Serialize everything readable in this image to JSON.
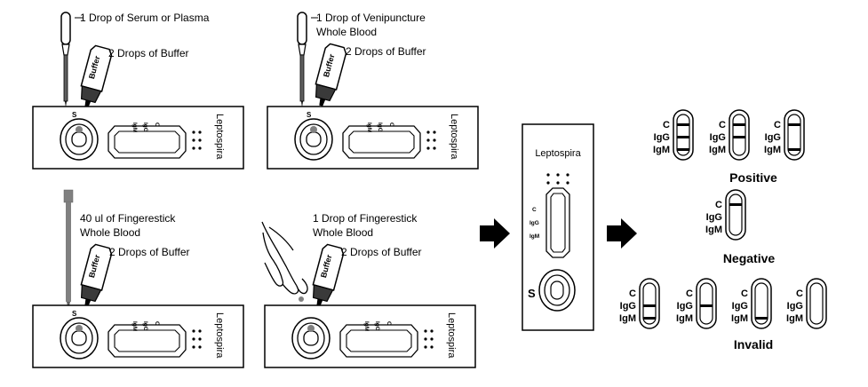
{
  "steps": {
    "serum": {
      "drop_label": "1 Drop of Serum or Plasma",
      "buffer_label": "2 Drops of Buffer"
    },
    "venipuncture": {
      "drop_label_line1": "1 Drop  of Venipuncture",
      "drop_label_line2": "Whole Blood",
      "buffer_label": "2 Drops of Buffer"
    },
    "fingerstick_pipette": {
      "drop_label_line1": "40 ul of Fingerestick",
      "drop_label_line2": "Whole Blood",
      "buffer_label": "2 Drops of Buffer"
    },
    "fingerstick_drop": {
      "drop_label_line1": "1 Drop of Fingerestick",
      "drop_label_line2": "Whole Blood",
      "buffer_label": "2 Drops of Buffer"
    }
  },
  "device": {
    "brand": "Leptospira",
    "sample_well": "S",
    "bottle_label": "Buffer",
    "lines": {
      "c": "C",
      "igg": "IgG",
      "igm": "IgM"
    }
  },
  "results": {
    "positive_label": "Positive",
    "negative_label": "Negative",
    "invalid_label": "Invalid",
    "positive": [
      {
        "c": true,
        "igg": true,
        "igm": true
      },
      {
        "c": true,
        "igg": true,
        "igm": false
      },
      {
        "c": true,
        "igg": false,
        "igm": true
      }
    ],
    "negative": [
      {
        "c": true,
        "igg": false,
        "igm": false
      }
    ],
    "invalid": [
      {
        "c": false,
        "igg": true,
        "igm": true
      },
      {
        "c": false,
        "igg": true,
        "igm": false
      },
      {
        "c": false,
        "igg": false,
        "igm": true
      },
      {
        "c": false,
        "igg": false,
        "igm": false
      }
    ]
  },
  "colors": {
    "ink": "#000000",
    "blood": "#808080",
    "paper": "#ffffff"
  }
}
